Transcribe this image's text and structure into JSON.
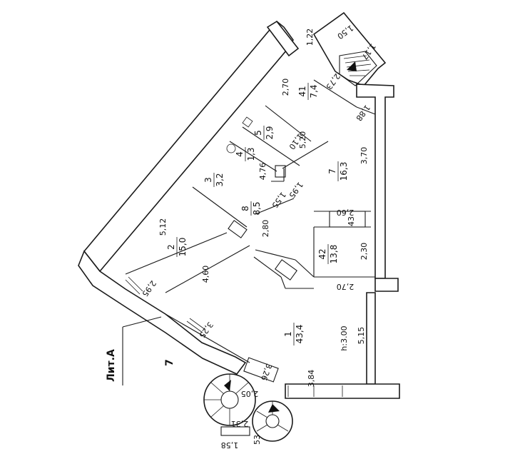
{
  "plan": {
    "building_label": "Лит.А",
    "floor_number": "7",
    "ceiling_height": "h:3.00"
  },
  "rooms": [
    {
      "id": "r41",
      "number": "41",
      "area": "7,4"
    },
    {
      "id": "r5",
      "number": "5",
      "area": "2,9"
    },
    {
      "id": "r4",
      "number": "4",
      "area": "1,3"
    },
    {
      "id": "r3",
      "number": "3",
      "area": "3,2"
    },
    {
      "id": "r8",
      "number": "8",
      "area": "8,5"
    },
    {
      "id": "r7",
      "number": "7",
      "area": "16,3"
    },
    {
      "id": "r2",
      "number": "2",
      "area": "15,0"
    },
    {
      "id": "r42",
      "number": "42",
      "area": "13,8"
    },
    {
      "id": "r1",
      "number": "1",
      "area": "43,4"
    }
  ],
  "dimensions": {
    "d_1_22": "1,22",
    "d_1_50": "1,50",
    "d_1_17": "1,17",
    "d_2_70_top": "2,70",
    "d_2_73": "2,73",
    "d_1_88": "1,88",
    "d_1_10": "1,10",
    "d_5_20": "5,20",
    "d_3_70": "3,70",
    "d_4_76": "4,76",
    "d_1_95": "1,95",
    "d_1_55": "1,55",
    "d_2_60": "2,60",
    "d_43": "43",
    "d_5_12": "5,12",
    "d_2_80": "2,80",
    "d_2_30": "2,30",
    "d_4_60": "4,60",
    "d_2_70_low": "2,70",
    "d_2_95": "2,95",
    "d_3_25": "3,25",
    "d_5_15": "5,15",
    "d_3_26": "3,26",
    "d_2_05": "2,05",
    "d_3_84": "3,84",
    "d_2_31": "2,31",
    "d_1_58": "1,58",
    "d_53": "53"
  }
}
